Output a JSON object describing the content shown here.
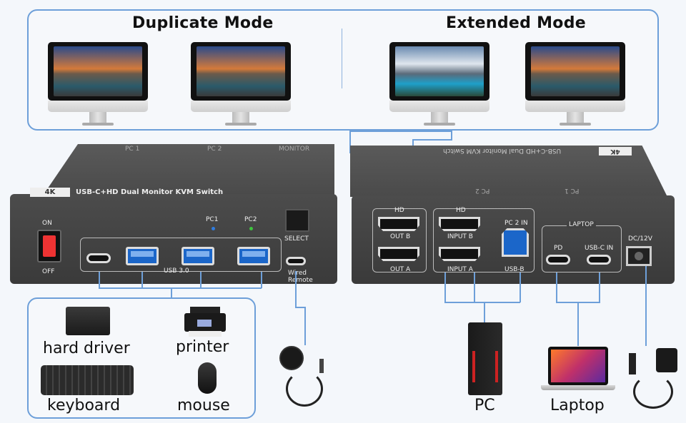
{
  "modes": {
    "duplicate_title": "Duplicate Mode",
    "extended_title": "Extended Mode"
  },
  "front_panel": {
    "badge": "4K",
    "product_name": "USB-C+HD Dual Monitor KVM Switch",
    "top_labels": [
      "PC 1",
      "PC 2",
      "MONITOR"
    ],
    "power_on": "ON",
    "power_off": "OFF",
    "pc1_led": "PC1",
    "pc2_led": "PC2",
    "select_label": "SELECT",
    "usb_label": "USB 3.0",
    "wired_remote_label": "Wired Remote"
  },
  "back_panel": {
    "badge": "4K",
    "product_name": "USB-C+HD Dual Monitor KVM Switch",
    "top_labels": [
      "PC 2",
      "PC 1"
    ],
    "hd_out_title": "HD",
    "out_b": "OUT B",
    "out_a": "OUT A",
    "hd_in_title": "HD",
    "input_b": "INPUT B",
    "input_a": "INPUT A",
    "pc2_in": "PC 2 IN",
    "usb_b": "USB-B",
    "laptop_group": "LAPTOP",
    "pd": "PD",
    "usbc_in": "USB-C IN",
    "dc": "DC/12V"
  },
  "peripherals": {
    "hard_drive": "hard driver",
    "printer": "printer",
    "keyboard": "keyboard",
    "mouse": "mouse"
  },
  "computers": {
    "pc": "PC",
    "laptop": "Laptop"
  },
  "colors": {
    "accent_line": "#6d9fd9",
    "device_body": "#434343",
    "port_blue": "#1b66c9",
    "led_blue": "#2f7de1",
    "led_green": "#3ec43e"
  }
}
